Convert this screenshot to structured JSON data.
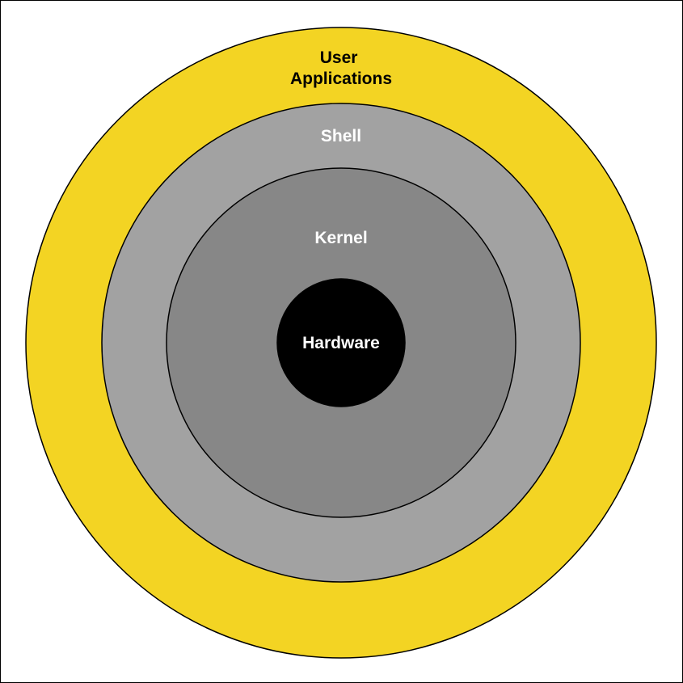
{
  "layers": [
    {
      "id": "user-applications",
      "lines": [
        "User",
        "Applications"
      ],
      "fill": "#f3d423",
      "text_color": "#000000"
    },
    {
      "id": "shell",
      "lines": [
        "Shell"
      ],
      "fill": "#a2a2a2",
      "text_color": "#ffffff"
    },
    {
      "id": "kernel",
      "lines": [
        "Kernel"
      ],
      "fill": "#878787",
      "text_color": "#ffffff"
    },
    {
      "id": "hardware",
      "lines": [
        "Hardware"
      ],
      "fill": "#000000",
      "text_color": "#ffffff"
    }
  ],
  "colors": {
    "background": "#ffffff",
    "outline": "#000000"
  }
}
